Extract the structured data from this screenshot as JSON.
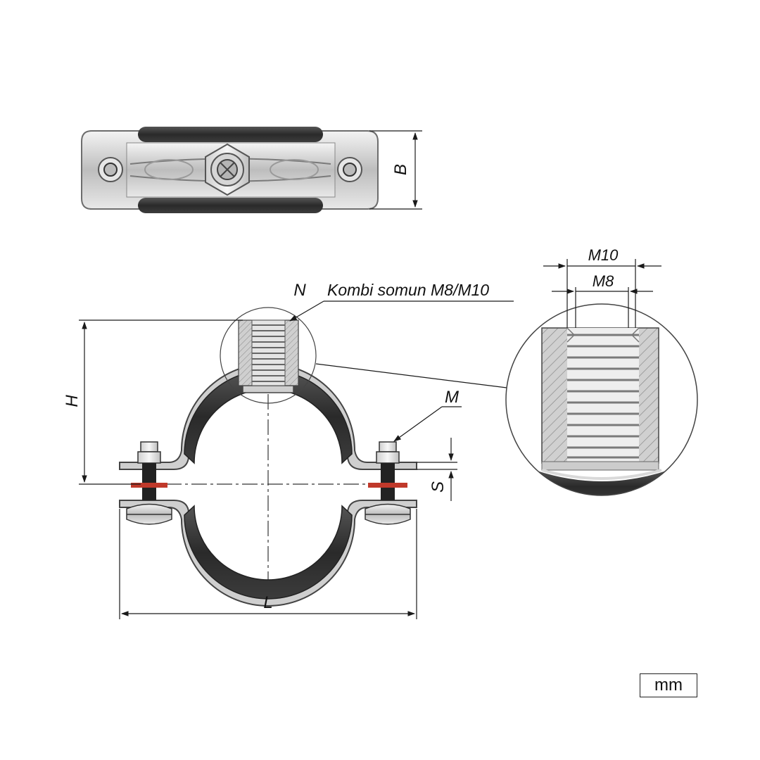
{
  "labels": {
    "B": "B",
    "H": "H",
    "L": "L",
    "M": "M",
    "N": "N",
    "S": "S",
    "nut_callout": "Kombi somun M8/M10",
    "thread_m10": "M10",
    "thread_m8": "M8"
  },
  "unit": "mm",
  "colors": {
    "line": "#1a1a1a",
    "rubber": "#2b2b2b",
    "steel": "#d9d9d9",
    "washer_red": "#c0392b"
  }
}
